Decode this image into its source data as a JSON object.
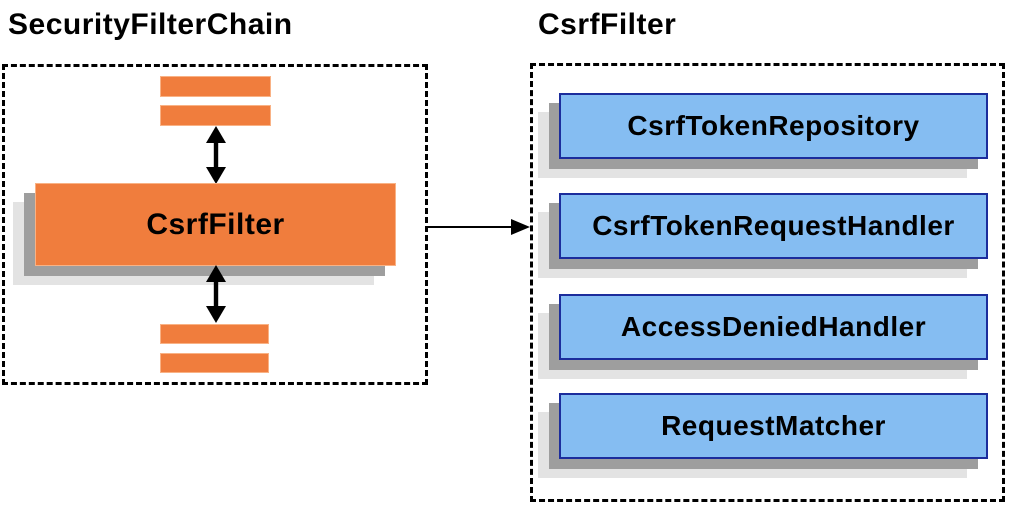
{
  "diagram": {
    "left_panel": {
      "title": "SecurityFilterChain",
      "filter_box_label": "CsrfFilter"
    },
    "right_panel": {
      "title": "CsrfFilter",
      "components": [
        "CsrfTokenRepository",
        "CsrfTokenRequestHandler",
        "AccessDeniedHandler",
        "RequestMatcher"
      ]
    }
  },
  "colors": {
    "orange_fill": "#f07d3d",
    "orange_border": "#f9b285",
    "blue_fill": "#85bdf2",
    "blue_border": "#1c2d9c",
    "shadow_dark": "#9e9e9e",
    "shadow_light": "#e3e3e3",
    "arrow_black": "#000000",
    "text_black": "#000000",
    "bg": "#ffffff"
  }
}
